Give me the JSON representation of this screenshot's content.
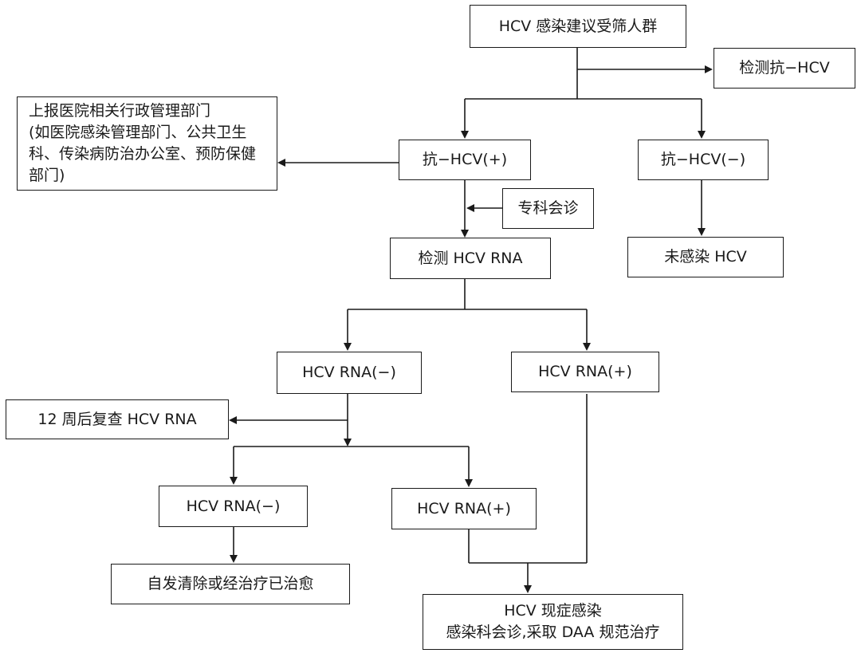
{
  "nodes": {
    "screening": "HCV 感染建议受筛人群",
    "test_anti": "检测抗−HCV",
    "report": [
      "上报医院相关行政管理部门",
      "(如医院感染管理部门、公共卫生",
      "科、传染病防治办公室、预防保健",
      "部门)"
    ],
    "anti_pos": "抗−HCV(+)",
    "anti_neg": "抗−HCV(−)",
    "consult": "专科会诊",
    "test_rna": "检测 HCV RNA",
    "no_infection": "未感染 HCV",
    "rna_neg_1": "HCV RNA(−)",
    "rna_pos_1": "HCV RNA(+)",
    "recheck": "12 周后复查 HCV RNA",
    "rna_neg_2": "HCV RNA(−)",
    "rna_pos_2": "HCV RNA(+)",
    "cleared": "自发清除或经治疗已治愈",
    "current_infection": [
      "HCV 现症感染",
      "感染科会诊,采取 DAA 规范治疗"
    ]
  }
}
